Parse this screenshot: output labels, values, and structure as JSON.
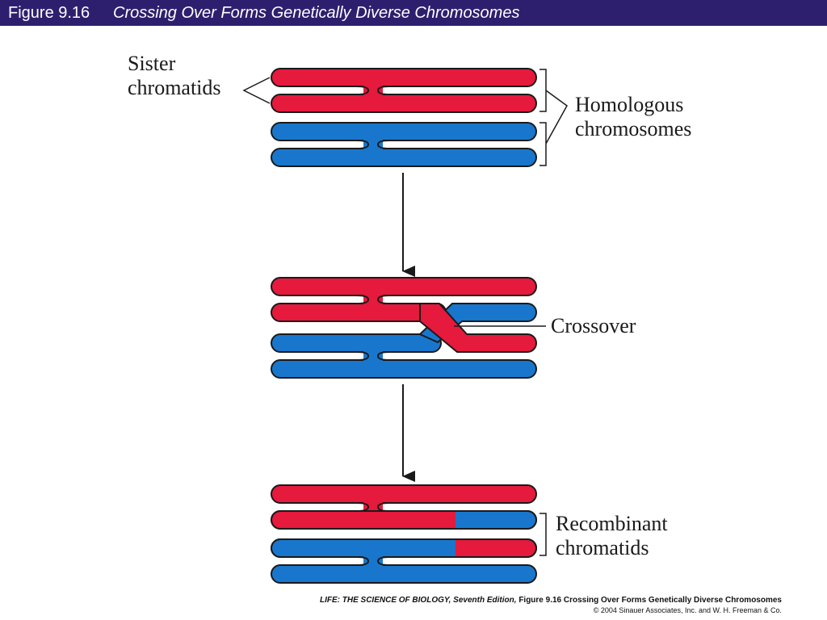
{
  "header": {
    "figure_number": "Figure 9.16",
    "figure_title": "Crossing Over Forms Genetically Diverse Chromosomes"
  },
  "labels": {
    "sister_line1": "Sister",
    "sister_line2": "chromatids",
    "homologous_line1": "Homologous",
    "homologous_line2": "chromosomes",
    "crossover": "Crossover",
    "recombinant_line1": "Recombinant",
    "recombinant_line2": "chromatids"
  },
  "footer": {
    "book": "LIFE: THE SCIENCE OF BIOLOGY, Seventh Edition,",
    "caption": "Figure 9.16 Crossing Over Forms Genetically Diverse Chromosomes",
    "copyright": "© 2004 Sinauer Associates, Inc. and W. H. Freeman & Co."
  },
  "colors": {
    "title_bar": "#2e1f6e",
    "maternal": "#e51a3c",
    "paternal": "#1877cd",
    "outline": "#1a1a1a"
  }
}
